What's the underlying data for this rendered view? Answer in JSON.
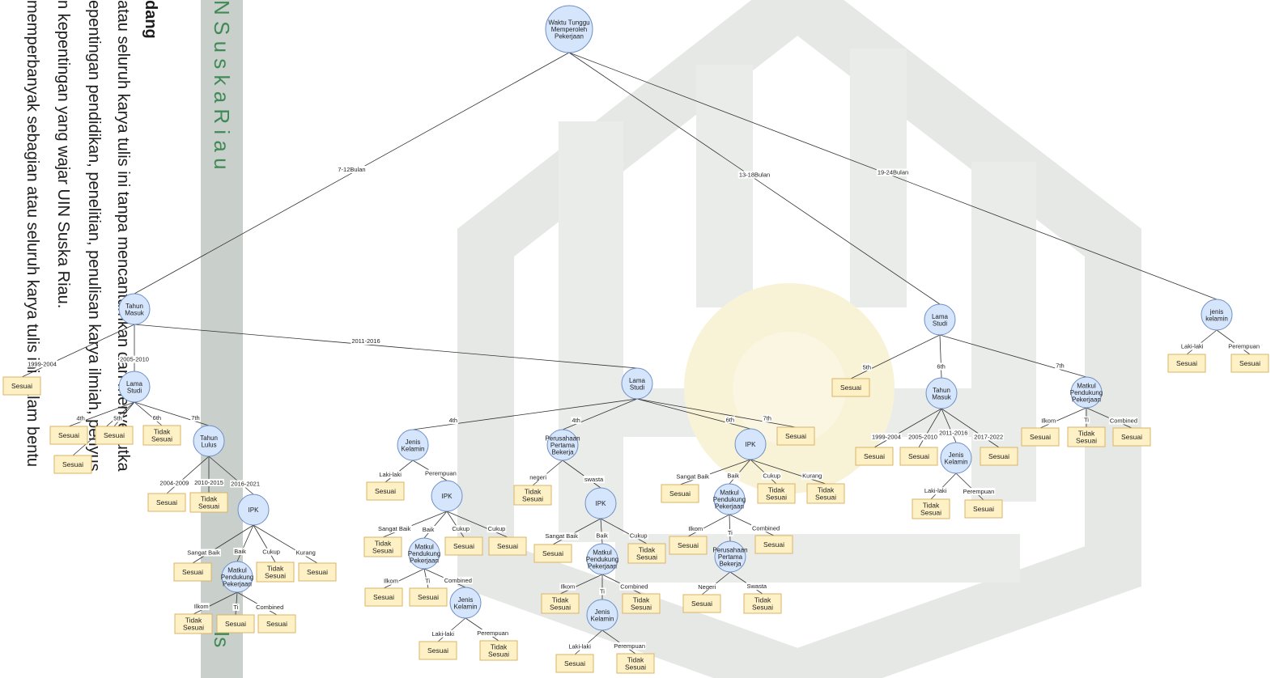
{
  "side_panel": {
    "texts": [
      "dang",
      "atau seluruh karya tulis ini tanpa mencantumkan dan menyebutka",
      "epentingan pendidikan, penelitian, penulisan karya ilmiah, penyus",
      "n kepentingan yang wajar UIN Suska Riau.",
      "memperbanyak sebagian atau seluruh karya tulis ini dalam bentu"
    ],
    "band_text": "N  S u s k a  R i a u",
    "band_text_bottom": "Is"
  },
  "colors": {
    "node_fill": "#d5e5fb",
    "node_stroke": "#6f8fc6",
    "leaf_fill": "#fff1c6",
    "leaf_stroke": "#d8b466",
    "band": "#c9cfcb",
    "band_text": "#3f8a57",
    "watermark": "#d2d6d2",
    "watermark_gold": "#f3e8b8"
  },
  "tree": {
    "nodes": [
      {
        "id": "root",
        "type": "node",
        "lines": [
          "Waktu Tunggu",
          "Memperoleh",
          "Pekerjaan"
        ]
      },
      {
        "id": "n1",
        "type": "node",
        "lines": [
          "Tahun",
          "Masuk"
        ]
      },
      {
        "id": "n2",
        "type": "node",
        "lines": [
          "Lama",
          "Studi"
        ]
      },
      {
        "id": "n3",
        "type": "node",
        "lines": [
          "jenis",
          "kelamin"
        ]
      },
      {
        "id": "l1",
        "type": "leaf",
        "lines": [
          "Sesuai"
        ]
      },
      {
        "id": "n4",
        "type": "node",
        "lines": [
          "Lama",
          "Studi"
        ]
      },
      {
        "id": "n5",
        "type": "node",
        "lines": [
          "Lama",
          "Studi"
        ]
      },
      {
        "id": "l2",
        "type": "leaf",
        "lines": [
          "Sesuai"
        ]
      },
      {
        "id": "l3",
        "type": "leaf",
        "lines": [
          "Sesuai"
        ]
      },
      {
        "id": "l4",
        "type": "leaf",
        "lines": [
          "Sesuai"
        ]
      },
      {
        "id": "l5",
        "type": "leaf",
        "lines": [
          "Tidak",
          "Sesuai"
        ]
      },
      {
        "id": "n6",
        "type": "node",
        "lines": [
          "Tahun",
          "Lulus"
        ]
      },
      {
        "id": "l6",
        "type": "leaf",
        "lines": [
          "Sesuai"
        ]
      },
      {
        "id": "l7",
        "type": "leaf",
        "lines": [
          "Tidak",
          "Sesuai"
        ]
      },
      {
        "id": "n7",
        "type": "node",
        "lines": [
          "IPK"
        ]
      },
      {
        "id": "l8",
        "type": "leaf",
        "lines": [
          "Sesuai"
        ]
      },
      {
        "id": "n8",
        "type": "node",
        "lines": [
          "Matkul",
          "Pendukung",
          "Pekerjaan"
        ]
      },
      {
        "id": "l9",
        "type": "leaf",
        "lines": [
          "Tidak",
          "Sesuai"
        ]
      },
      {
        "id": "l10",
        "type": "leaf",
        "lines": [
          "Sesuai"
        ]
      },
      {
        "id": "l11",
        "type": "leaf",
        "lines": [
          "Tidak",
          "Sesuai"
        ]
      },
      {
        "id": "l12",
        "type": "leaf",
        "lines": [
          "Sesuai"
        ]
      },
      {
        "id": "l13",
        "type": "leaf",
        "lines": [
          "Sesuai"
        ]
      },
      {
        "id": "n9",
        "type": "node",
        "lines": [
          "Jenis",
          "Kelamin"
        ]
      },
      {
        "id": "n10",
        "type": "node",
        "lines": [
          "Perusahaan",
          "Pertama",
          "Bekerja"
        ]
      },
      {
        "id": "n11",
        "type": "node",
        "lines": [
          "IPK"
        ]
      },
      {
        "id": "l14",
        "type": "leaf",
        "lines": [
          "Sesuai"
        ]
      },
      {
        "id": "l15",
        "type": "leaf",
        "lines": [
          "Sesuai"
        ]
      },
      {
        "id": "n12",
        "type": "node",
        "lines": [
          "IPK"
        ]
      },
      {
        "id": "l16",
        "type": "leaf",
        "lines": [
          "Tidak",
          "Sesuai"
        ]
      },
      {
        "id": "n13",
        "type": "node",
        "lines": [
          "Matkul",
          "Pendukung",
          "Pekerjaan"
        ]
      },
      {
        "id": "l17",
        "type": "leaf",
        "lines": [
          "Sesuai"
        ]
      },
      {
        "id": "l18",
        "type": "leaf",
        "lines": [
          "Sesuai"
        ]
      },
      {
        "id": "l19",
        "type": "leaf",
        "lines": [
          "Sesuai"
        ]
      },
      {
        "id": "l20",
        "type": "leaf",
        "lines": [
          "Sesuai"
        ]
      },
      {
        "id": "n14",
        "type": "node",
        "lines": [
          "Jenis",
          "Kelamin"
        ]
      },
      {
        "id": "l21",
        "type": "leaf",
        "lines": [
          "Sesuai"
        ]
      },
      {
        "id": "l22",
        "type": "leaf",
        "lines": [
          "Tidak",
          "Sesuai"
        ]
      },
      {
        "id": "l23",
        "type": "leaf",
        "lines": [
          "Tidak",
          "Sesuai"
        ]
      },
      {
        "id": "n15",
        "type": "node",
        "lines": [
          "IPK"
        ]
      },
      {
        "id": "l24",
        "type": "leaf",
        "lines": [
          "Sesuai"
        ]
      },
      {
        "id": "n16",
        "type": "node",
        "lines": [
          "Matkul",
          "Pendukung",
          "Pekerjaan"
        ]
      },
      {
        "id": "l25",
        "type": "leaf",
        "lines": [
          "Tidak",
          "Sesuai"
        ]
      },
      {
        "id": "l26",
        "type": "leaf",
        "lines": [
          "Sesuai"
        ]
      },
      {
        "id": "l27",
        "type": "leaf",
        "lines": [
          "Tidak",
          "Sesuai"
        ]
      },
      {
        "id": "n17",
        "type": "node",
        "lines": [
          "Jenis",
          "Kelamin"
        ]
      },
      {
        "id": "l28",
        "type": "leaf",
        "lines": [
          "Sesuai"
        ]
      },
      {
        "id": "l29",
        "type": "leaf",
        "lines": [
          "Tidak",
          "Sesuai"
        ]
      },
      {
        "id": "l30",
        "type": "leaf",
        "lines": [
          "Sesuai"
        ]
      },
      {
        "id": "n18",
        "type": "node",
        "lines": [
          "Matkul",
          "Pendukung",
          "Pekerjaan"
        ]
      },
      {
        "id": "l31",
        "type": "leaf",
        "lines": [
          "Tidak",
          "Sesuai"
        ]
      },
      {
        "id": "l32",
        "type": "leaf",
        "lines": [
          "Tidak",
          "Sesuai"
        ]
      },
      {
        "id": "l33",
        "type": "leaf",
        "lines": [
          "Sesuai"
        ]
      },
      {
        "id": "n19",
        "type": "node",
        "lines": [
          "Perusahaan",
          "Pertama",
          "Bekerja"
        ]
      },
      {
        "id": "l34",
        "type": "leaf",
        "lines": [
          "Sesuai"
        ]
      },
      {
        "id": "l35",
        "type": "leaf",
        "lines": [
          "Sesuai"
        ]
      },
      {
        "id": "l36",
        "type": "leaf",
        "lines": [
          "Tidak",
          "Sesuai"
        ]
      },
      {
        "id": "l37",
        "type": "leaf",
        "lines": [
          "Sesuai"
        ]
      },
      {
        "id": "n20",
        "type": "node",
        "lines": [
          "Tahun",
          "Masuk"
        ]
      },
      {
        "id": "n21",
        "type": "node",
        "lines": [
          "Matkul",
          "Pendukung",
          "Pekerjaan"
        ]
      },
      {
        "id": "l38",
        "type": "leaf",
        "lines": [
          "Sesuai"
        ]
      },
      {
        "id": "l39",
        "type": "leaf",
        "lines": [
          "Sesuai"
        ]
      },
      {
        "id": "n22",
        "type": "node",
        "lines": [
          "Jenis",
          "Kelamin"
        ]
      },
      {
        "id": "l40",
        "type": "leaf",
        "lines": [
          "Sesuai"
        ]
      },
      {
        "id": "l41",
        "type": "leaf",
        "lines": [
          "Tidak",
          "Sesuai"
        ]
      },
      {
        "id": "l42",
        "type": "leaf",
        "lines": [
          "Sesuai"
        ]
      },
      {
        "id": "l43",
        "type": "leaf",
        "lines": [
          "Sesuai"
        ]
      },
      {
        "id": "l44",
        "type": "leaf",
        "lines": [
          "Tidak",
          "Sesuai"
        ]
      },
      {
        "id": "l45",
        "type": "leaf",
        "lines": [
          "Sesuai"
        ]
      },
      {
        "id": "l46",
        "type": "leaf",
        "lines": [
          "Sesuai"
        ]
      },
      {
        "id": "l47",
        "type": "leaf",
        "lines": [
          "Tidak",
          "Sesuai"
        ]
      }
    ],
    "edges": [
      {
        "from": "root",
        "to": "n1",
        "label": "7-12Bulan"
      },
      {
        "from": "root",
        "to": "n2",
        "label": "13-18Bulan"
      },
      {
        "from": "root",
        "to": "n3",
        "label": "19-24Bulan"
      },
      {
        "from": "n1",
        "to": "l1",
        "label": "1999-2004"
      },
      {
        "from": "n1",
        "to": "n4",
        "label": "2005-2010"
      },
      {
        "from": "n1",
        "to": "n5",
        "label": "2011-2016"
      },
      {
        "from": "n4",
        "to": "l2",
        "label": "4th"
      },
      {
        "from": "n4",
        "to": "l3",
        "label": "5th"
      },
      {
        "from": "n4",
        "to": "l5",
        "label": "6th"
      },
      {
        "from": "n4",
        "to": "n6",
        "label": "7th"
      },
      {
        "from": "n4",
        "to": "l4",
        "label": ""
      },
      {
        "from": "n6",
        "to": "l6",
        "label": "2004-2009"
      },
      {
        "from": "n6",
        "to": "l7",
        "label": "2010-2015"
      },
      {
        "from": "n6",
        "to": "n7",
        "label": "2016-2021"
      },
      {
        "from": "n7",
        "to": "l8",
        "label": "Sangat Baik"
      },
      {
        "from": "n7",
        "to": "n8",
        "label": "Baik"
      },
      {
        "from": "n7",
        "to": "l11",
        "label": "Cukup"
      },
      {
        "from": "n7",
        "to": "l12",
        "label": "Kurang"
      },
      {
        "from": "n8",
        "to": "l9",
        "label": "Ilkom"
      },
      {
        "from": "n8",
        "to": "l10",
        "label": "Ti"
      },
      {
        "from": "n8",
        "to": "l13",
        "label": "Combined"
      },
      {
        "from": "n5",
        "to": "n9",
        "label": "4th"
      },
      {
        "from": "n5",
        "to": "n10",
        "label": "4th"
      },
      {
        "from": "n5",
        "to": "n12",
        "label": "6th"
      },
      {
        "from": "n5",
        "to": "l15",
        "label": "7th"
      },
      {
        "from": "n9",
        "to": "l14",
        "label": "Laki-laki"
      },
      {
        "from": "n9",
        "to": "n11",
        "label": "Perempuan"
      },
      {
        "from": "n11",
        "to": "l23",
        "label": "Sangat Baik"
      },
      {
        "from": "n11",
        "to": "n16",
        "label": "Baik"
      },
      {
        "from": "n11",
        "to": "l24",
        "label": "Cukup"
      },
      {
        "from": "n11",
        "to": "l26",
        "label": "Cukup"
      },
      {
        "from": "n16",
        "to": "l28",
        "label": "Ilkom"
      },
      {
        "from": "n16",
        "to": "l30",
        "label": "Ti"
      },
      {
        "from": "n16",
        "to": "n17",
        "label": "Combined"
      },
      {
        "from": "n17",
        "to": "l35",
        "label": "Laki-laki"
      },
      {
        "from": "n17",
        "to": "l36",
        "label": "Perempuan"
      },
      {
        "from": "n10",
        "to": "l16",
        "label": "negeri"
      },
      {
        "from": "n10",
        "to": "n15",
        "label": "swasta"
      },
      {
        "from": "n15",
        "to": "l20",
        "label": "Sangat Baik"
      },
      {
        "from": "n15",
        "to": "n13",
        "label": "Baik"
      },
      {
        "from": "n15",
        "to": "l27",
        "label": "Cukup"
      },
      {
        "from": "n13",
        "to": "l29",
        "label": "Ilkom"
      },
      {
        "from": "n13",
        "to": "n14",
        "label": "Ti"
      },
      {
        "from": "n13",
        "to": "l31",
        "label": "Combined"
      },
      {
        "from": "n14",
        "to": "l37",
        "label": "Laki-laki"
      },
      {
        "from": "n14",
        "to": "l47",
        "label": "Perempuan"
      },
      {
        "from": "n12",
        "to": "l17",
        "label": "Sangat Baik"
      },
      {
        "from": "n12",
        "to": "n18",
        "label": "Baik"
      },
      {
        "from": "n12",
        "to": "l32",
        "label": "Cukup"
      },
      {
        "from": "n12",
        "to": "l25",
        "label": "Kurang"
      },
      {
        "from": "n18",
        "to": "l33",
        "label": "Ilkom"
      },
      {
        "from": "n18",
        "to": "n19",
        "label": "Ti"
      },
      {
        "from": "n18",
        "to": "l34",
        "label": "Combined"
      },
      {
        "from": "n19",
        "to": "l18",
        "label": "Negeri"
      },
      {
        "from": "n19",
        "to": "l22",
        "label": "Swasta"
      },
      {
        "from": "n2",
        "to": "l19",
        "label": "5th"
      },
      {
        "from": "n2",
        "to": "n20",
        "label": "6th"
      },
      {
        "from": "n2",
        "to": "n21",
        "label": "7th"
      },
      {
        "from": "n20",
        "to": "l38",
        "label": "1999-2004"
      },
      {
        "from": "n20",
        "to": "l39",
        "label": "2005-2010"
      },
      {
        "from": "n20",
        "to": "n22",
        "label": "2011-2016"
      },
      {
        "from": "n20",
        "to": "l42",
        "label": "2017-2022"
      },
      {
        "from": "n22",
        "to": "l41",
        "label": "Laki-laki"
      },
      {
        "from": "n22",
        "to": "l40",
        "label": "Perempuan"
      },
      {
        "from": "n21",
        "to": "l43",
        "label": "Ilkom"
      },
      {
        "from": "n21",
        "to": "l44",
        "label": "Ti"
      },
      {
        "from": "n21",
        "to": "l45",
        "label": "Combined"
      },
      {
        "from": "n3",
        "to": "l46",
        "label": "Laki-laki"
      },
      {
        "from": "n3",
        "to": "l21",
        "label": "Perempuan"
      }
    ]
  }
}
